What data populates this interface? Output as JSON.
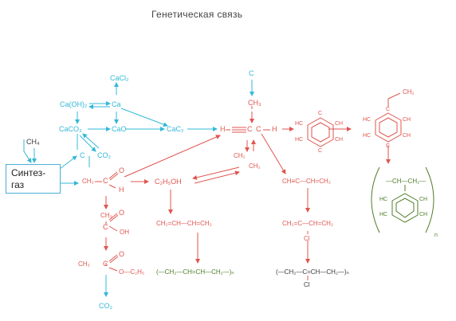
{
  "title": "Генетическая связь",
  "syngas": {
    "line1": "Синтез-",
    "line2": "газ"
  },
  "inorganic": {
    "cacl2": "CaCl₂",
    "caoh2": "Ca(OH)₂",
    "ca": "Ca",
    "caco3": "CaCO₃",
    "cao": "CaO",
    "cac2": "CaC₂",
    "c_top": "C",
    "co2": "CO₂",
    "ch4": "CH₄",
    "c_right": "C"
  },
  "alkyne_center": {
    "ch3_top": "CH₃",
    "h_left": "H",
    "c1": "C",
    "c2": "C",
    "h_right": "H",
    "ch2": "CH₂",
    "ch2b": "CH₂"
  },
  "acetaldehyde": {
    "ch3": "CH₃",
    "c": "C",
    "o": "O",
    "h": "H"
  },
  "ethanol": "C₂H₅OH",
  "acetic_acid": {
    "ch3": "CH₃",
    "c": "C",
    "o": "O",
    "oh": "OH"
  },
  "ester": {
    "ch3": "CH₃",
    "c": "C",
    "o": "O",
    "tail": "O—C₂H₅"
  },
  "co2_bottom": "CO₂",
  "butadiene": "CH₂=CH—CH=CH₂",
  "polybutadiene": "(—CH₂—CH=CH—CH₂—)ₙ",
  "vinylacetylene": "CH≡C—CH=CH₂",
  "chloroprene": {
    "main": "CH₂=C—CH=CH₂",
    "cl": "Cl"
  },
  "polychloroprene": {
    "main": "(—CH₂—C=CH—CH₂—)ₙ",
    "cl": "Cl"
  },
  "benzene": {
    "hc_tl": "HC",
    "c_top": "C",
    "ch_tr": "CH",
    "hc_bl": "HC",
    "c_bot": "C",
    "ch_br": "CH"
  },
  "styrene": {
    "vinyl": "CH₂",
    "c_top": "C",
    "hc_tl": "HC",
    "ch_tr": "CH",
    "hc_bl": "HC",
    "c_bot": "C",
    "ch_br": "CH"
  },
  "polystyrene": {
    "chain": "—CH—CH₂—",
    "hc_tl": "HC",
    "ch_tr": "CH",
    "hc_bl": "HC",
    "ch_br": "CH",
    "n": "n"
  }
}
